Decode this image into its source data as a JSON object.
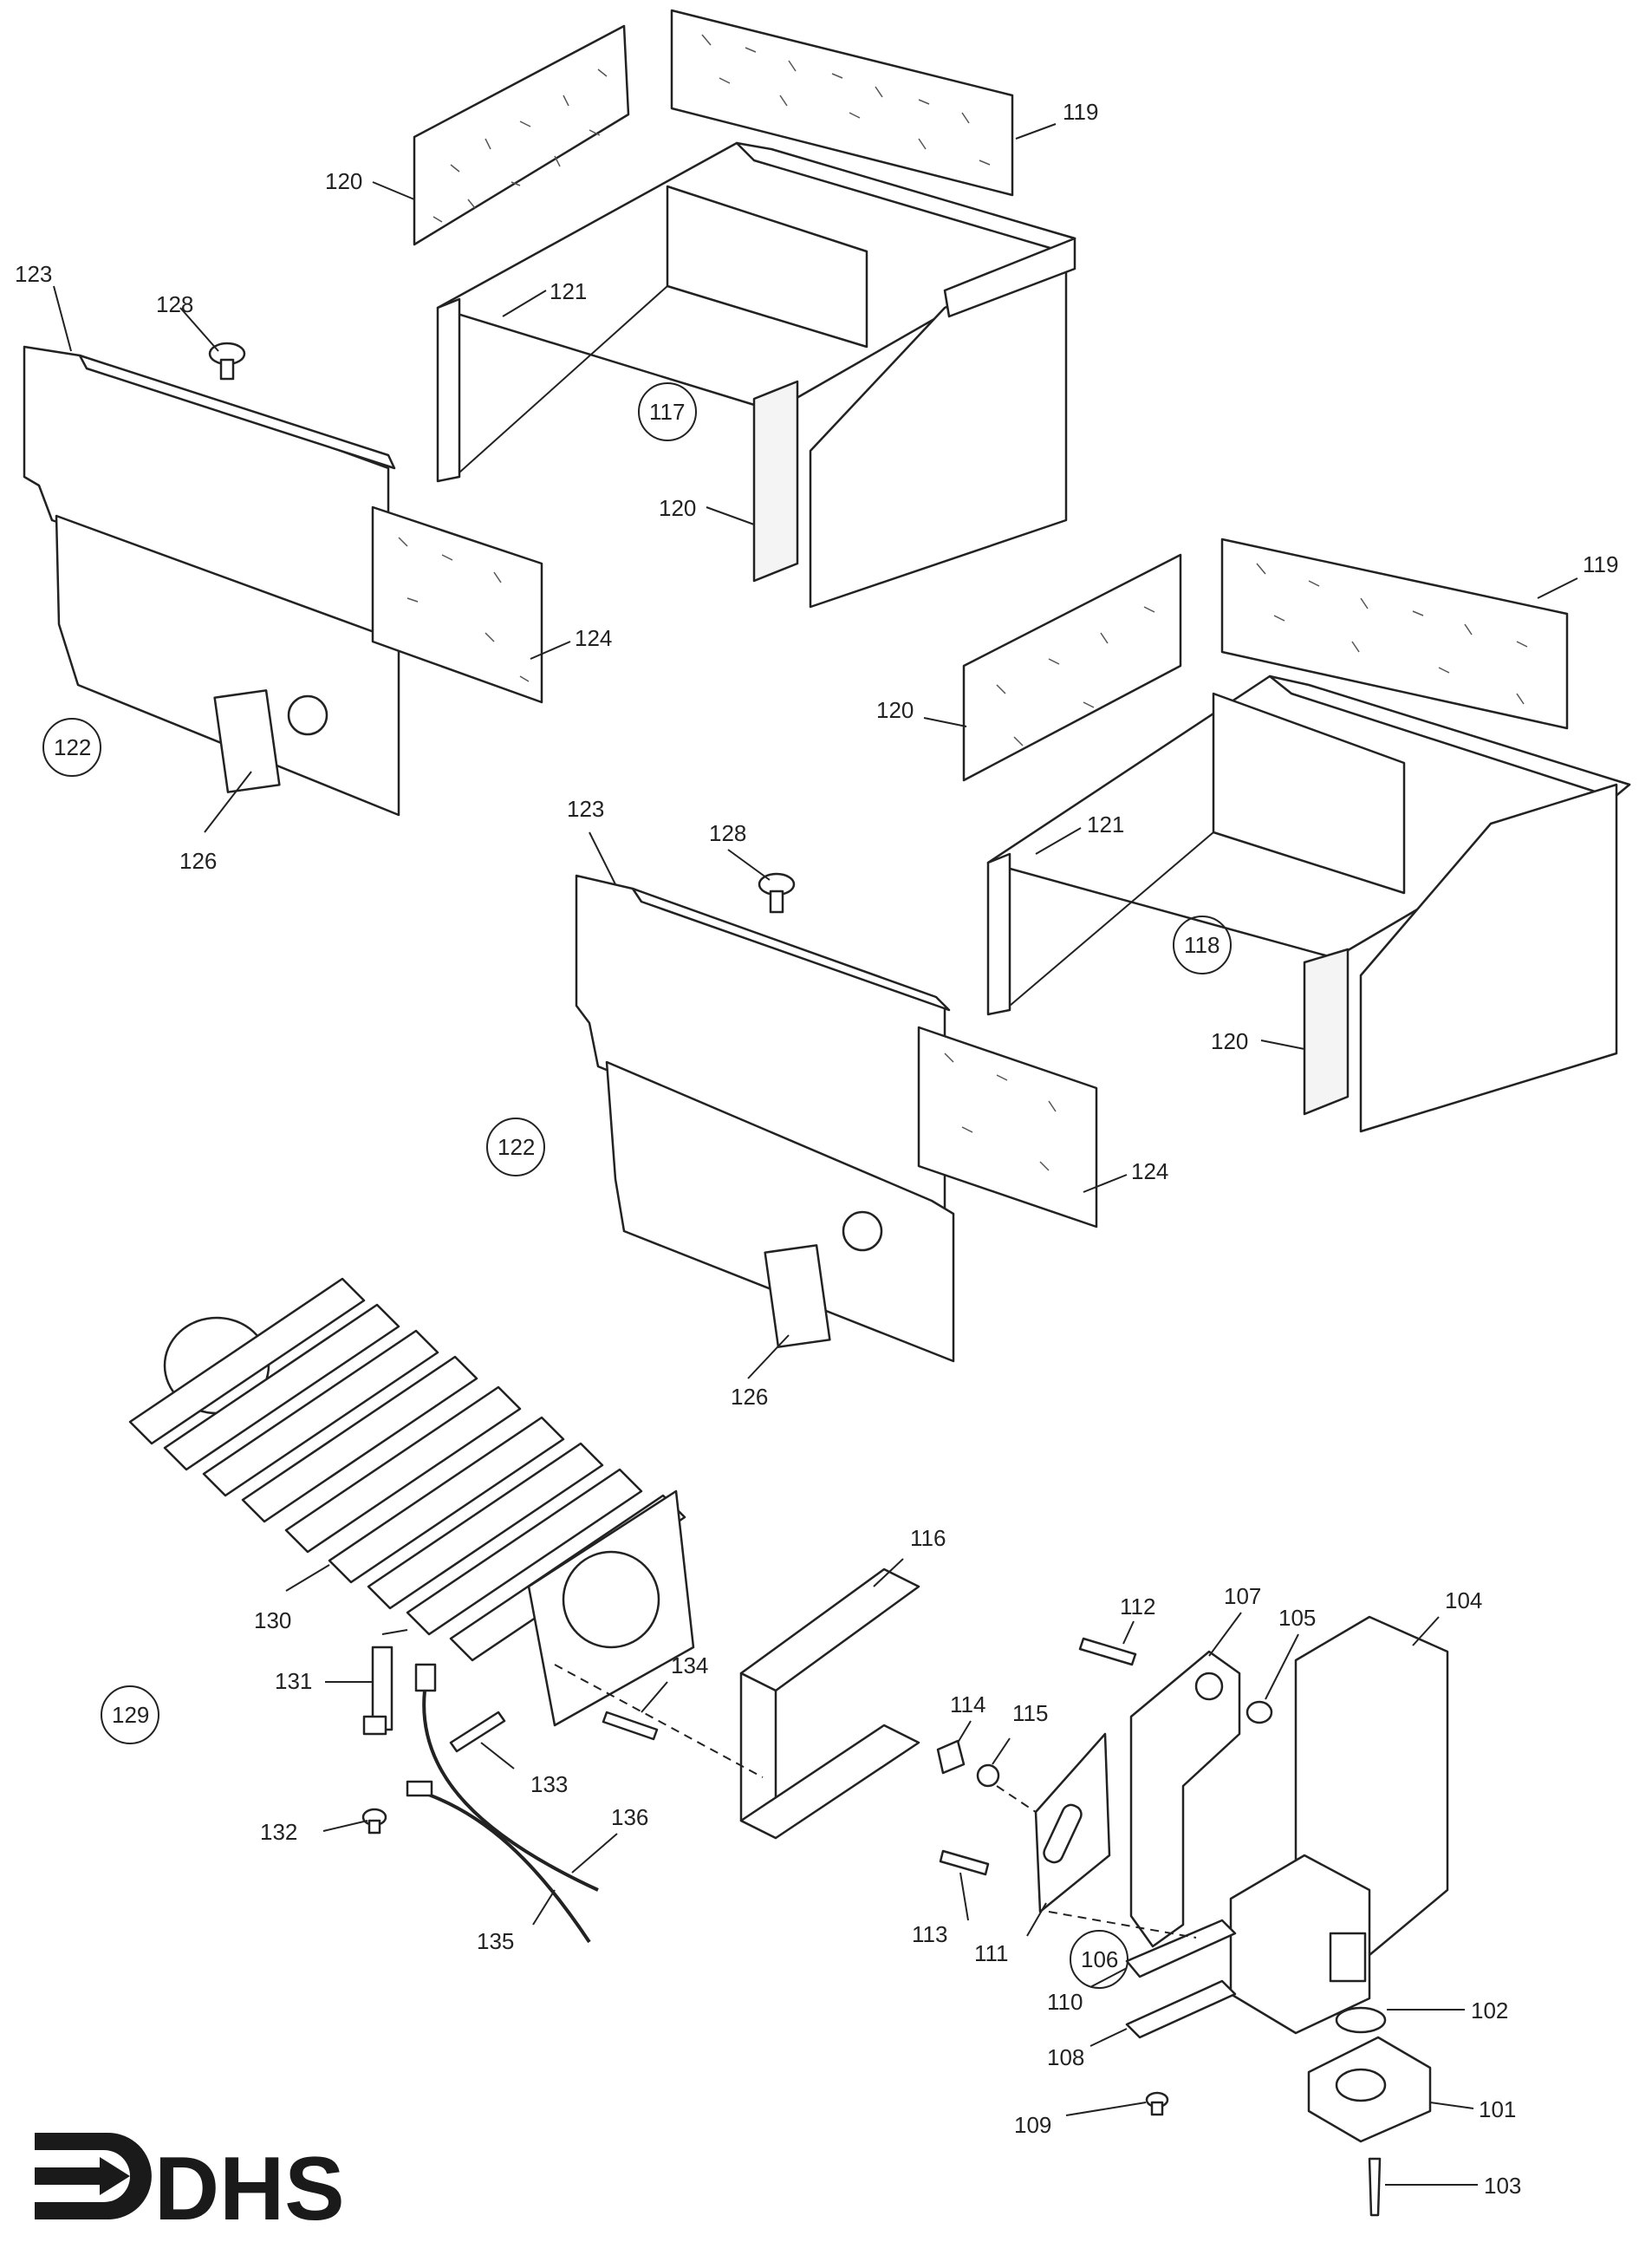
{
  "logo": {
    "text": "DHS"
  },
  "callouts": [
    {
      "id": "c119a",
      "text": "119"
    },
    {
      "id": "c120a",
      "text": "120"
    },
    {
      "id": "c123a",
      "text": "123"
    },
    {
      "id": "c128a",
      "text": "128"
    },
    {
      "id": "c121a",
      "text": "121"
    },
    {
      "id": "c117",
      "text": "117"
    },
    {
      "id": "c120b",
      "text": "120"
    },
    {
      "id": "c124a",
      "text": "124"
    },
    {
      "id": "c122a",
      "text": "122"
    },
    {
      "id": "c126a",
      "text": "126"
    },
    {
      "id": "c119b",
      "text": "119"
    },
    {
      "id": "c120c",
      "text": "120"
    },
    {
      "id": "c123b",
      "text": "123"
    },
    {
      "id": "c128b",
      "text": "128"
    },
    {
      "id": "c121b",
      "text": "121"
    },
    {
      "id": "c118",
      "text": "118"
    },
    {
      "id": "c120d",
      "text": "120"
    },
    {
      "id": "c122b",
      "text": "122"
    },
    {
      "id": "c124b",
      "text": "124"
    },
    {
      "id": "c126b",
      "text": "126"
    },
    {
      "id": "c130",
      "text": "130"
    },
    {
      "id": "c116",
      "text": "116"
    },
    {
      "id": "c112",
      "text": "112"
    },
    {
      "id": "c107",
      "text": "107"
    },
    {
      "id": "c105",
      "text": "105"
    },
    {
      "id": "c104",
      "text": "104"
    },
    {
      "id": "c129",
      "text": "129"
    },
    {
      "id": "c131",
      "text": "131"
    },
    {
      "id": "c134",
      "text": "134"
    },
    {
      "id": "c114",
      "text": "114"
    },
    {
      "id": "c115",
      "text": "115"
    },
    {
      "id": "c133",
      "text": "133"
    },
    {
      "id": "c132",
      "text": "132"
    },
    {
      "id": "c136",
      "text": "136"
    },
    {
      "id": "c113",
      "text": "113"
    },
    {
      "id": "c135",
      "text": "135"
    },
    {
      "id": "c111",
      "text": "111"
    },
    {
      "id": "c106",
      "text": "106"
    },
    {
      "id": "c110",
      "text": "110"
    },
    {
      "id": "c102",
      "text": "102"
    },
    {
      "id": "c108",
      "text": "108"
    },
    {
      "id": "c109",
      "text": "109"
    },
    {
      "id": "c101",
      "text": "101"
    },
    {
      "id": "c103",
      "text": "103"
    }
  ]
}
